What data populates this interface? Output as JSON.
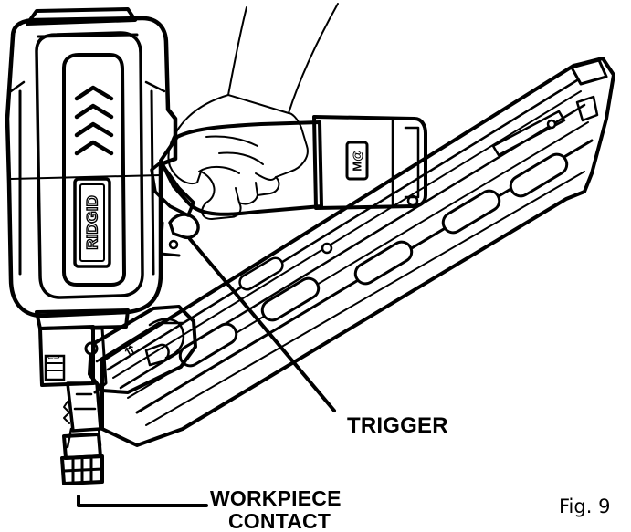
{
  "labels": {
    "trigger": "TRIGGER",
    "workpiece_line1": "WORKPIECE",
    "workpiece_line2": "CONTACT",
    "figure": "Fig. 9"
  },
  "brand": {
    "logo_text": "RIDGID",
    "badge_text": "M@"
  }
}
